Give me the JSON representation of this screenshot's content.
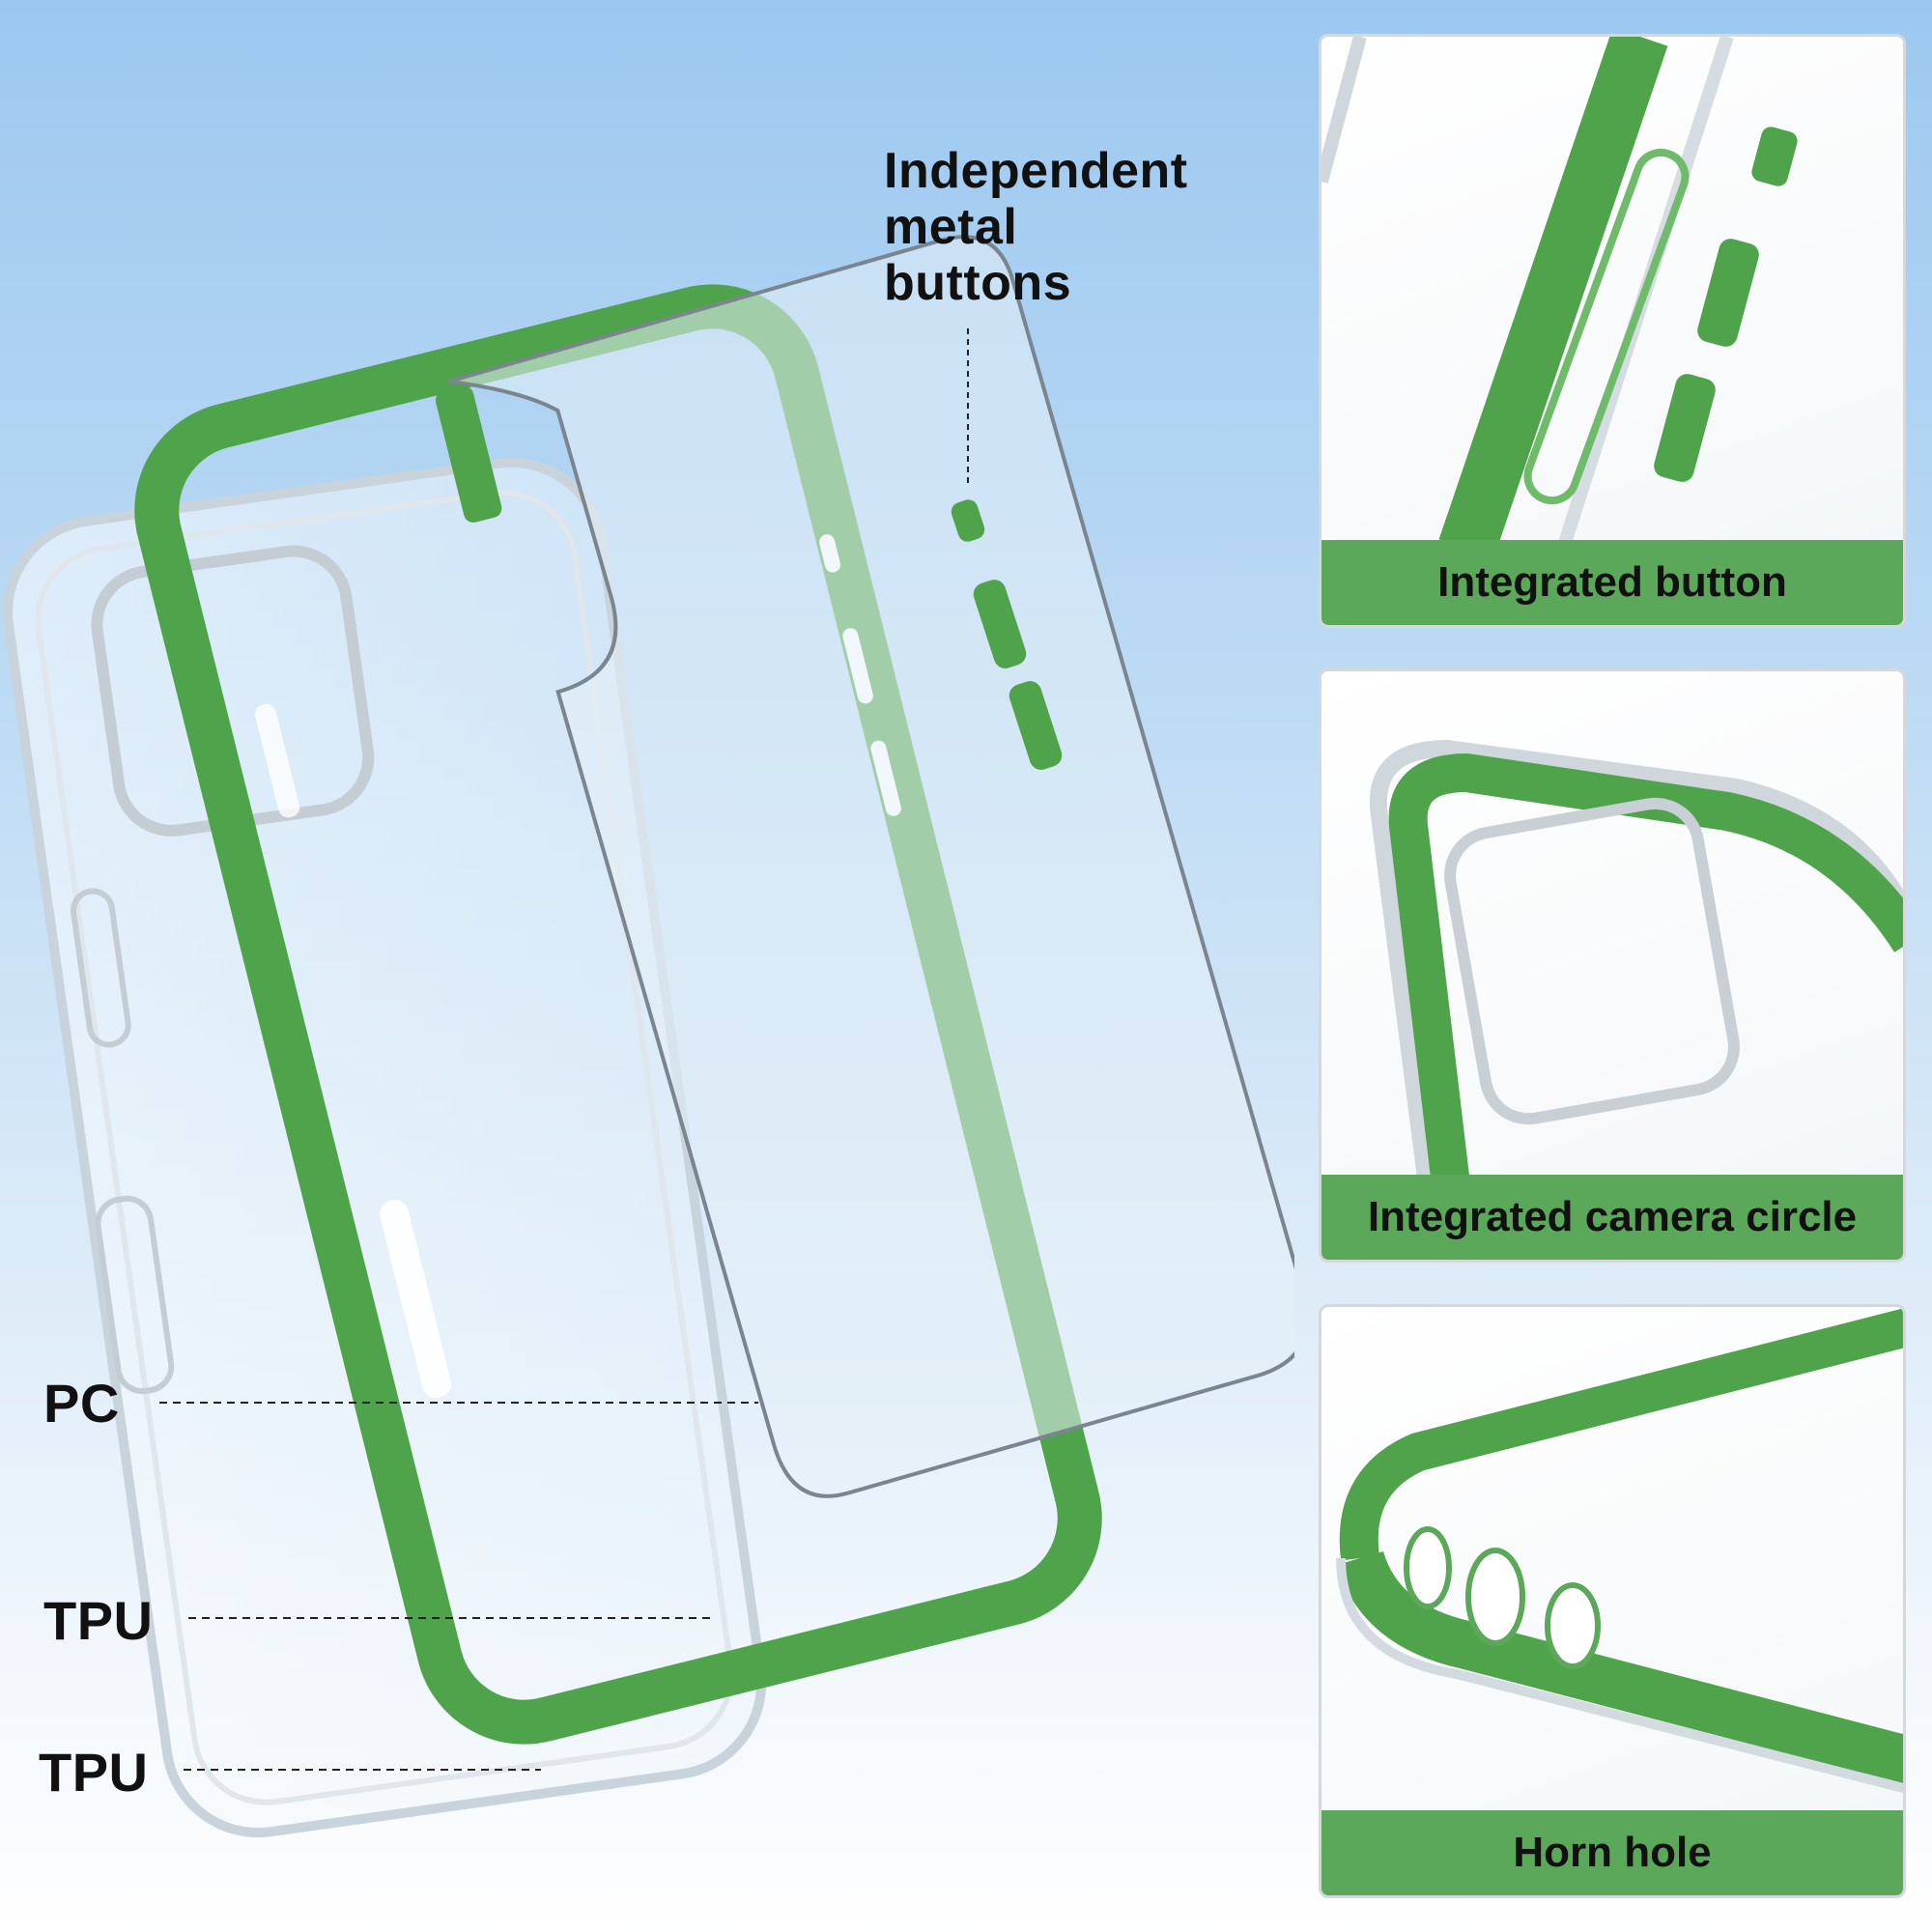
{
  "callout": {
    "line1": "Independent",
    "line2": "metal",
    "line3": "buttons"
  },
  "layers": {
    "pc": "PC",
    "tpu_1": "TPU",
    "tpu_2": "TPU"
  },
  "panels": [
    {
      "caption": "Integrated button"
    },
    {
      "caption": "Integrated camera circle"
    },
    {
      "caption": "Horn hole"
    }
  ],
  "colors": {
    "accent_green": "#5ca85a",
    "frame_green": "#4fa34b",
    "sky_blue": "#9cc8f0"
  }
}
